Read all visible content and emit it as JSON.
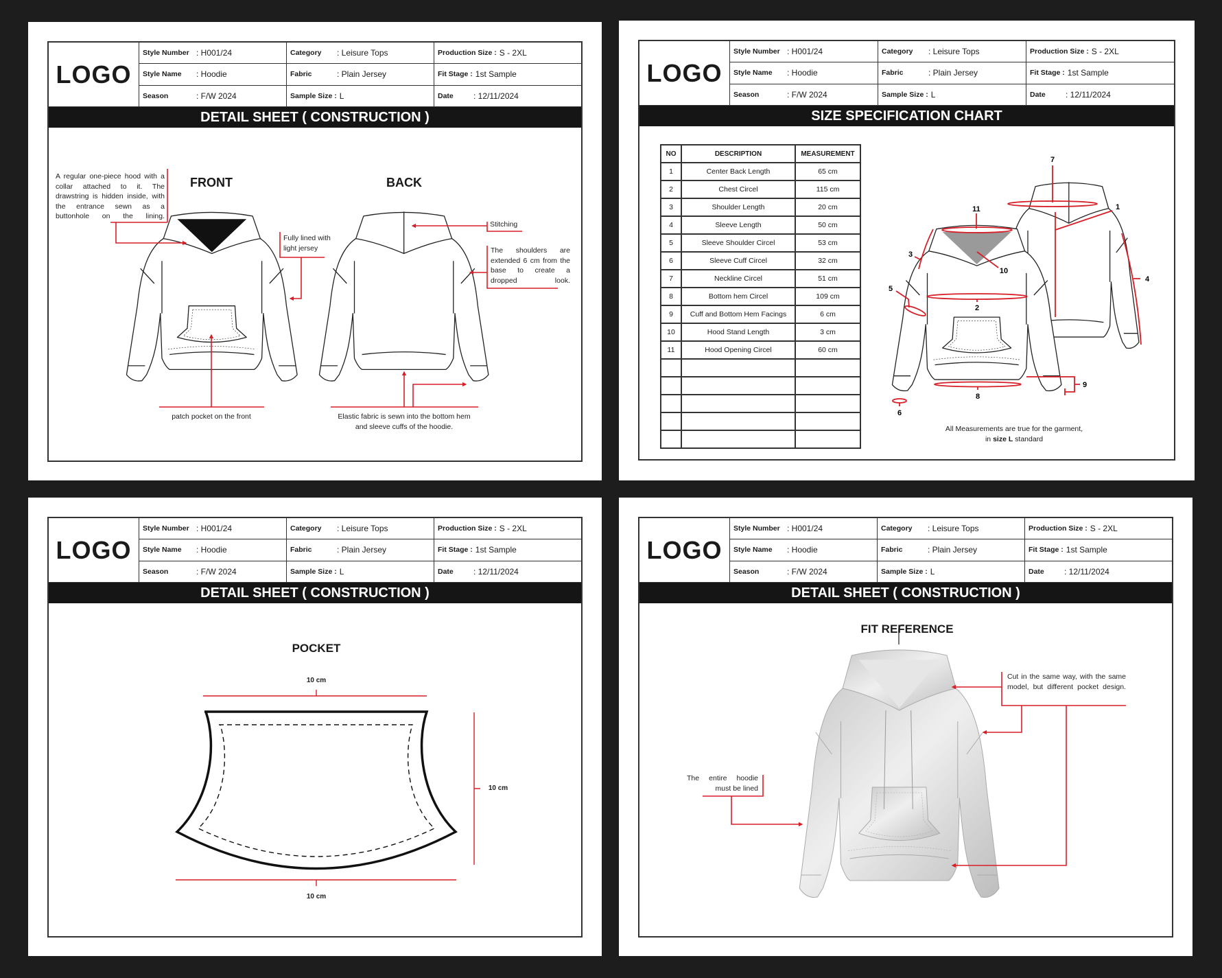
{
  "header": {
    "logo": "LOGO",
    "style_number_label": "Style Number",
    "style_number": ": H001/24",
    "style_name_label": "Style Name",
    "style_name": ": Hoodie",
    "season_label": "Season",
    "season": ": F/W 2024",
    "category_label": "Category",
    "category": ": Leisure Tops",
    "fabric_label": "Fabric",
    "fabric": ": Plain Jersey",
    "sample_size_label": "Sample Size :",
    "sample_size": "L",
    "production_size_label": "Production Size :",
    "production_size": "S - 2XL",
    "fit_stage_label": "Fit Stage :",
    "fit_stage": "1st Sample",
    "date_label": "Date",
    "date": ": 12/11/2024"
  },
  "accent_color": "#d71f27",
  "sheets": {
    "construction": {
      "title": "DETAIL SHEET ( CONSTRUCTION )",
      "front_label": "FRONT",
      "back_label": "BACK",
      "hood_note": "A regular one-piece hood with a collar attached to it. The drawstring is hidden inside, with the entrance sewn as a buttonhole on the lining.",
      "lining_note": "Fully lined with light jersey",
      "stitching_note": "Stitching",
      "shoulder_note": "The shoulders are extended 6 cm from the base to create a dropped look.",
      "pocket_note": "patch pocket on the front",
      "elastic_note_1": "Elastic fabric is sewn into the bottom hem",
      "elastic_note_2": "and sleeve cuffs of the hoodie."
    },
    "size_chart": {
      "title": "SIZE SPECIFICATION CHART",
      "columns": [
        "NO",
        "DESCRIPTION",
        "MEASUREMENT"
      ],
      "rows": [
        {
          "no": "1",
          "description": "Center Back Length",
          "measurement": "65 cm"
        },
        {
          "no": "2",
          "description": "Chest Circel",
          "measurement": "115 cm"
        },
        {
          "no": "3",
          "description": "Shoulder Length",
          "measurement": "20 cm"
        },
        {
          "no": "4",
          "description": "Sleeve Length",
          "measurement": "50 cm"
        },
        {
          "no": "5",
          "description": "Sleeve Shoulder Circel",
          "measurement": "53 cm"
        },
        {
          "no": "6",
          "description": "Sleeve Cuff Circel",
          "measurement": "32 cm"
        },
        {
          "no": "7",
          "description": "Neckline Circel",
          "measurement": "51 cm"
        },
        {
          "no": "8",
          "description": "Bottom hem Circel",
          "measurement": "109 cm"
        },
        {
          "no": "9",
          "description": "Cuff and Bottom Hem Facings",
          "measurement": "6 cm"
        },
        {
          "no": "10",
          "description": "Hood Stand Length",
          "measurement": "3 cm"
        },
        {
          "no": "11",
          "description": "Hood Opening Circel",
          "measurement": "60 cm"
        }
      ],
      "empty_rows": 5,
      "caption_1": "All Measurements are true for the garment,",
      "caption_2_pre": "in ",
      "caption_2_bold": "size L",
      "caption_2_post": " standard"
    },
    "pocket": {
      "title": "DETAIL SHEET ( CONSTRUCTION )",
      "label": "POCKET",
      "top_width": "10 cm",
      "height": "10 cm",
      "bottom_width": "10 cm"
    },
    "fit": {
      "title": "DETAIL SHEET ( CONSTRUCTION )",
      "label": "FIT REFERENCE",
      "right_note": "Cut in the same way, with the same model, but different pocket design.",
      "left_note_1": "The entire hoodie",
      "left_note_2": "must be lined"
    }
  }
}
